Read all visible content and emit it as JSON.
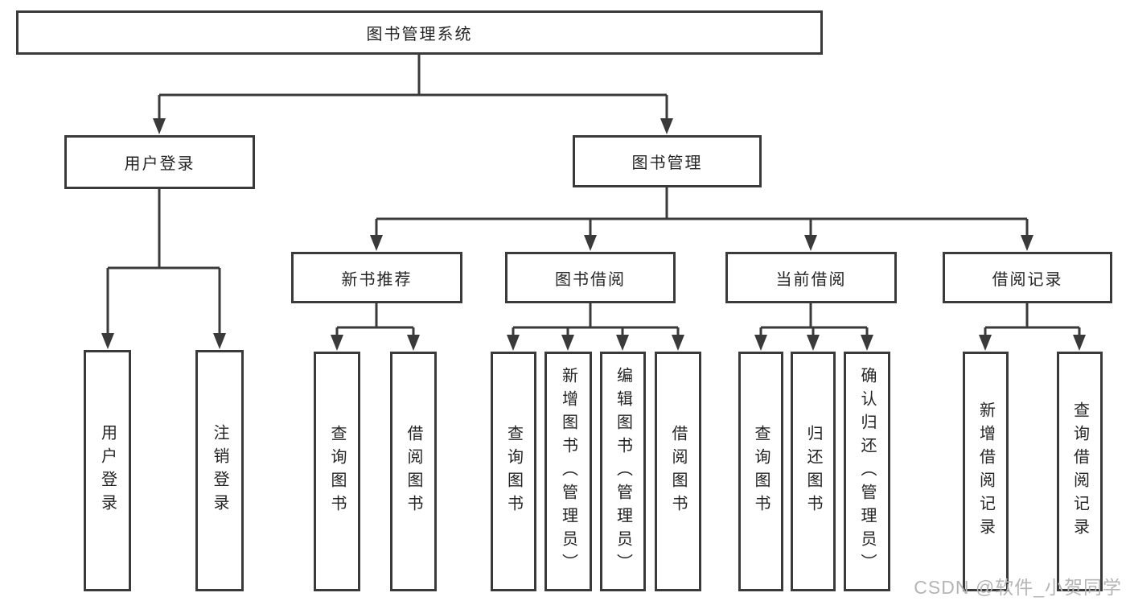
{
  "watermark": "CSDN @软件_小贺同学",
  "colors": {
    "line": "#3a3a3a",
    "text": "#242424",
    "box_background": "#ffffff",
    "watermark": "#b5b5b5"
  },
  "diagram": {
    "root": {
      "label": "图书管理系统"
    },
    "branches": [
      {
        "label": "用户登录",
        "children": [
          {
            "label": "用户登录"
          },
          {
            "label": "注销登录"
          }
        ]
      },
      {
        "label": "图书管理",
        "children": [
          {
            "label": "新书推荐",
            "children": [
              {
                "label": "查询图书"
              },
              {
                "label": "借阅图书"
              }
            ]
          },
          {
            "label": "图书借阅",
            "children": [
              {
                "label": "查询图书"
              },
              {
                "label": "新增图书（管理员）"
              },
              {
                "label": "编辑图书（管理员）"
              },
              {
                "label": "借阅图书"
              }
            ]
          },
          {
            "label": "当前借阅",
            "children": [
              {
                "label": "查询图书"
              },
              {
                "label": "归还图书"
              },
              {
                "label": "确认归还（管理员）"
              }
            ]
          },
          {
            "label": "借阅记录",
            "children": [
              {
                "label": "新增借阅记录"
              },
              {
                "label": "查询借阅记录"
              }
            ]
          }
        ]
      }
    ]
  }
}
